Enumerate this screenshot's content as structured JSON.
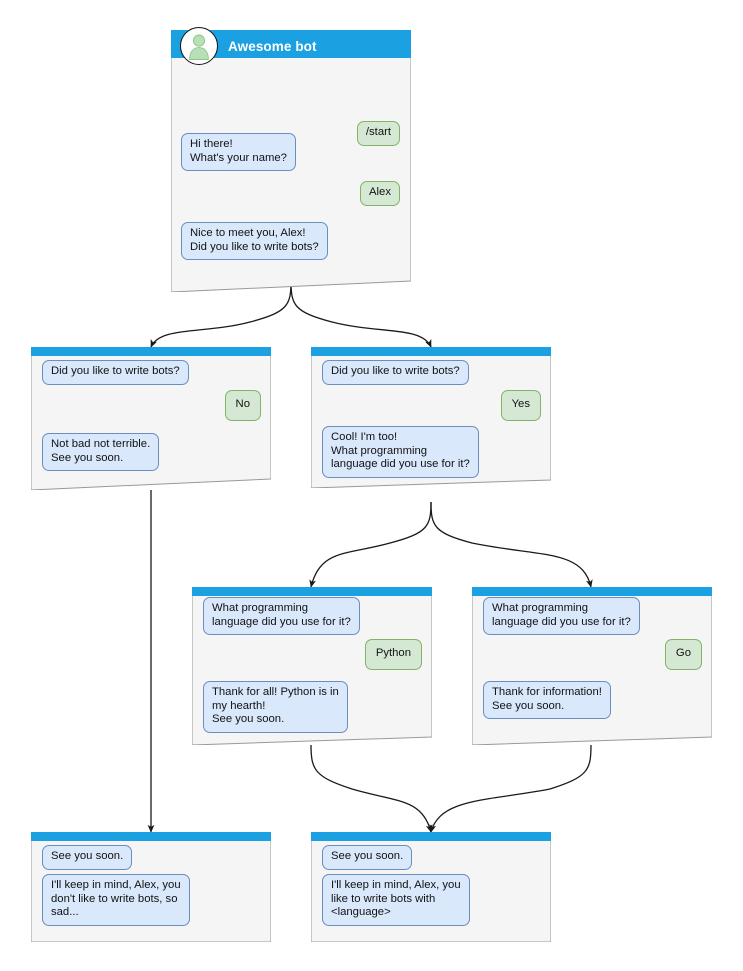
{
  "meta": {
    "diagram_title": "Awesome bot conversation flow",
    "colors": {
      "titlebar": "#1ba1e2",
      "card_body": "#f5f5f5",
      "card_border": "#999999",
      "bot_bubble_fill": "#dae8fc",
      "bot_bubble_border": "#6c8ebf",
      "user_bubble_fill": "#d5e8d4",
      "user_bubble_border": "#82b366",
      "avatar_person": "#b9dfb6",
      "edge": "#1a1a1a",
      "title_text": "#ffffff"
    }
  },
  "cards": [
    {
      "id": "root",
      "title": "Awesome bot",
      "has_avatar": true,
      "messages": [
        {
          "from": "user",
          "text": "/start"
        },
        {
          "from": "bot",
          "text": "Hi there!\nWhat's your name?"
        },
        {
          "from": "user",
          "text": "Alex"
        },
        {
          "from": "bot",
          "text": "Nice to meet you, Alex!\nDid you like to write bots?"
        }
      ]
    },
    {
      "id": "no-branch",
      "title": "",
      "has_avatar": false,
      "messages": [
        {
          "from": "bot",
          "text": "Did you like to write bots?"
        },
        {
          "from": "user",
          "text": "No"
        },
        {
          "from": "bot",
          "text": "Not bad not terrible.\nSee you soon."
        }
      ]
    },
    {
      "id": "yes-branch",
      "title": "",
      "has_avatar": false,
      "messages": [
        {
          "from": "bot",
          "text": "Did you like to write bots?"
        },
        {
          "from": "user",
          "text": "Yes"
        },
        {
          "from": "bot",
          "text": "Cool! I'm too!\nWhat programming\nlanguage did you use for it?"
        }
      ]
    },
    {
      "id": "python-branch",
      "title": "",
      "has_avatar": false,
      "messages": [
        {
          "from": "bot",
          "text": "What programming\nlanguage did you use for it?"
        },
        {
          "from": "user",
          "text": "Python"
        },
        {
          "from": "bot",
          "text": "Thank for all! Python is in\nmy hearth!\nSee you soon."
        }
      ]
    },
    {
      "id": "go-branch",
      "title": "",
      "has_avatar": false,
      "messages": [
        {
          "from": "bot",
          "text": "What programming\nlanguage did you use for it?"
        },
        {
          "from": "user",
          "text": "Go"
        },
        {
          "from": "bot",
          "text": "Thank for information!\nSee you soon."
        }
      ]
    },
    {
      "id": "end-sad",
      "title": "",
      "has_avatar": false,
      "messages": [
        {
          "from": "bot",
          "text": "See you soon."
        },
        {
          "from": "bot",
          "text": "I'll keep in mind, Alex, you\ndon't like to write bots, so\nsad..."
        }
      ]
    },
    {
      "id": "end-happy",
      "title": "",
      "has_avatar": false,
      "messages": [
        {
          "from": "bot",
          "text": "See you soon."
        },
        {
          "from": "bot",
          "text": "I'll keep in mind, Alex, you\nlike to write bots with\n<language>"
        }
      ]
    }
  ]
}
